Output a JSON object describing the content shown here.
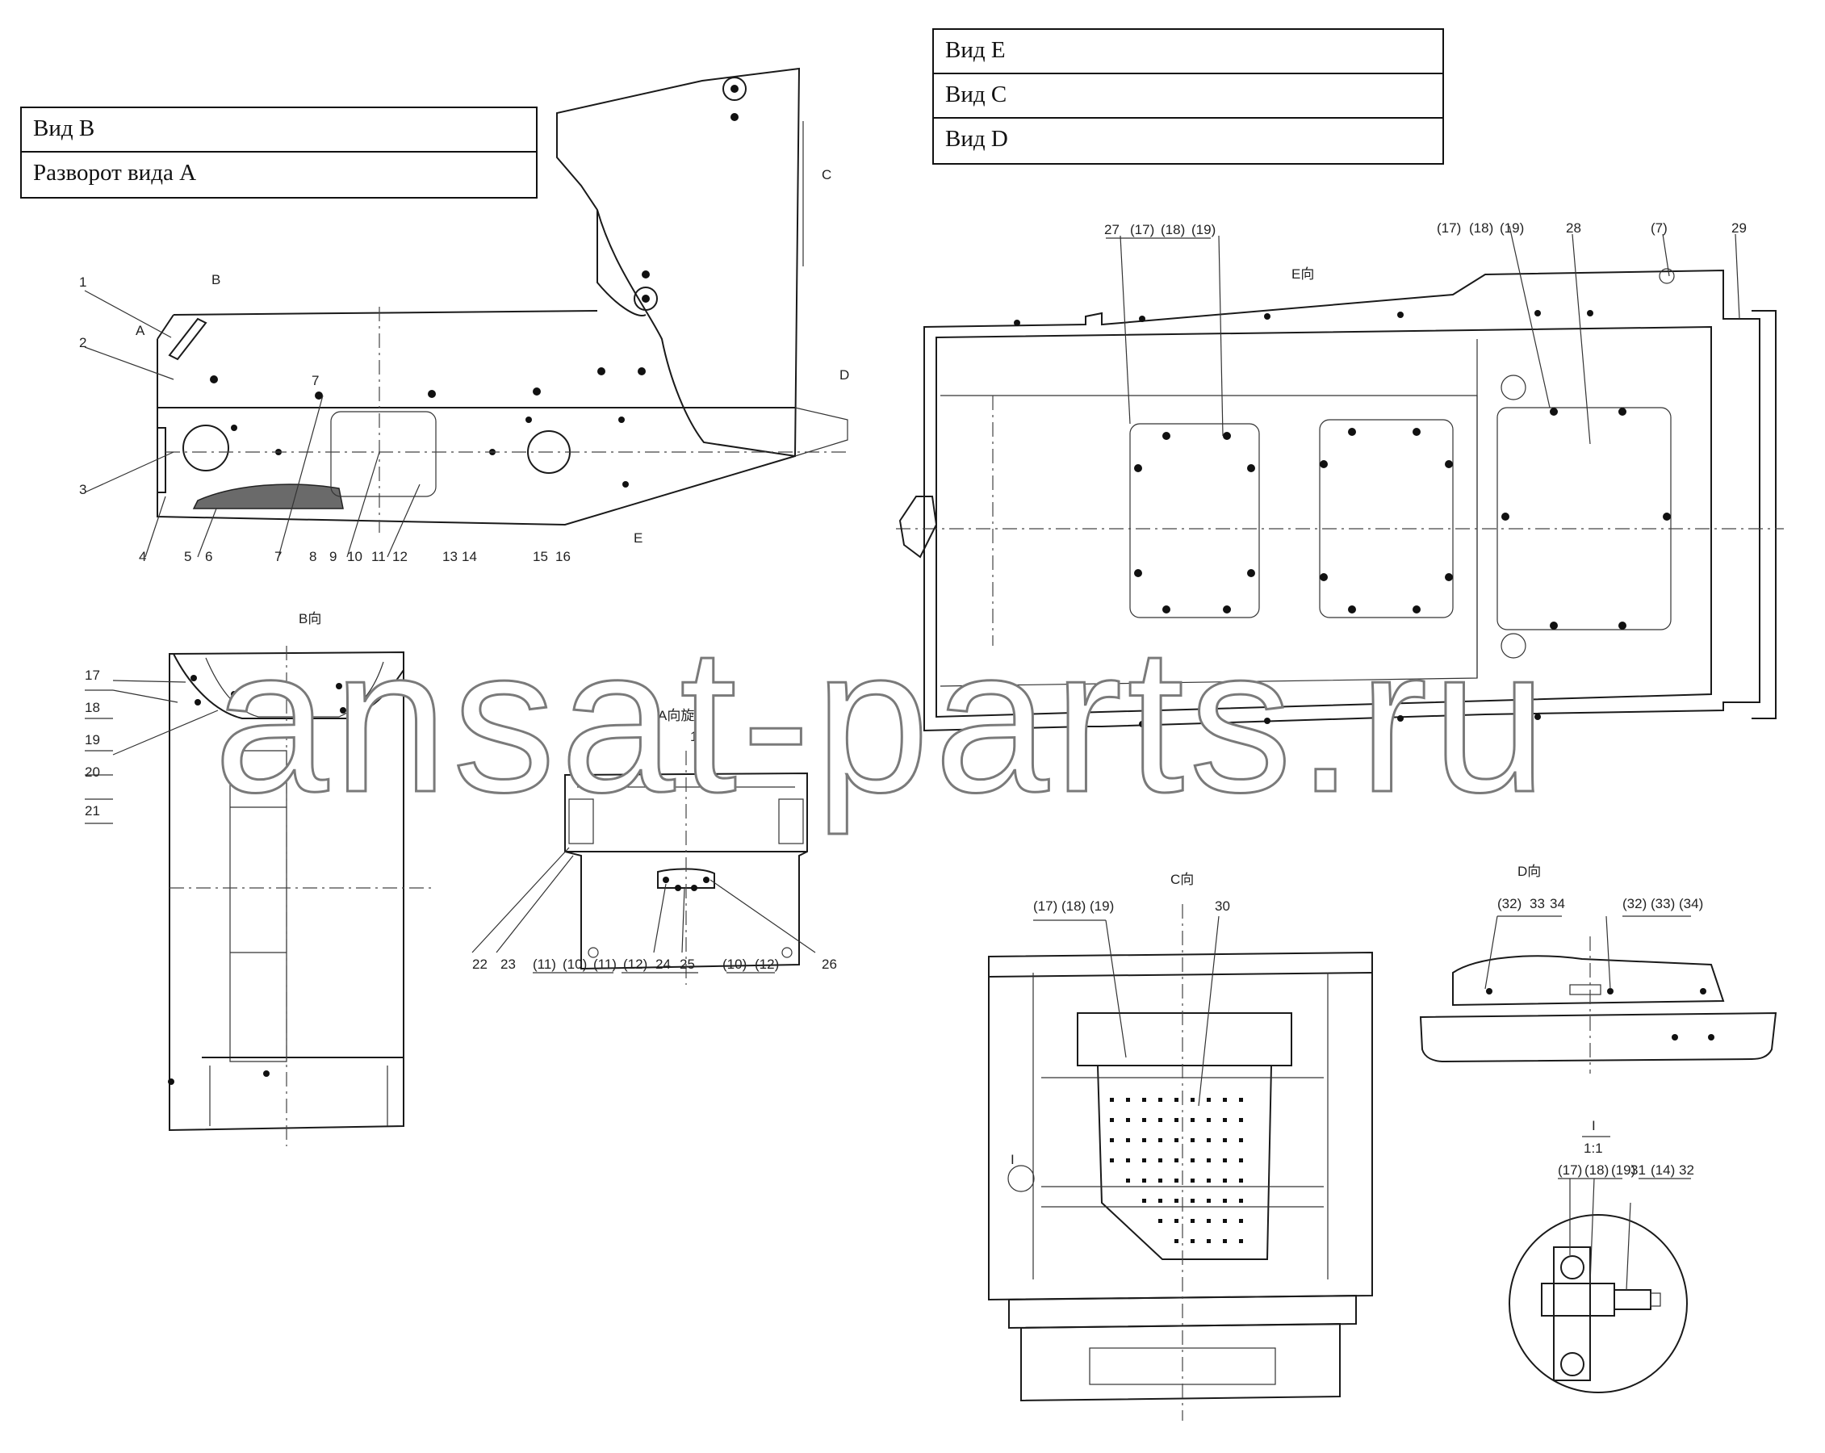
{
  "legend_left": [
    "Вид B",
    "Разворот вида A"
  ],
  "legend_right": [
    "Вид E",
    "Вид C",
    "Вид D"
  ],
  "view_titles": {
    "e": "E向",
    "b": "B向",
    "a_rot": "A向旋转",
    "c": "C向",
    "d": "D向",
    "section_num": "I",
    "section_ratio": "1:1",
    "marker_b": "B",
    "marker_a": "A",
    "marker_c": "C",
    "marker_d": "D",
    "marker_e": "E",
    "marker_i": "I"
  },
  "labels": {
    "side": [
      "1",
      "2",
      "3",
      "4",
      "5",
      "6",
      "7",
      "8",
      "9",
      "10",
      "11",
      "12",
      "13",
      "14",
      "15",
      "16",
      "7"
    ],
    "e_left": [
      "27",
      "(17)",
      "(18)",
      "(19)"
    ],
    "e_right": [
      "(17)",
      "(18)",
      "(19)",
      "28",
      "(7)",
      "29"
    ],
    "b_view": [
      "17",
      "18",
      "19",
      "20",
      "21"
    ],
    "a_view": [
      "10",
      "22",
      "23",
      "(11)",
      "(10)",
      "(11)",
      "(12)",
      "24",
      "25",
      "(10)",
      "(12)",
      "26"
    ],
    "c_view": [
      "(17)",
      "(18)",
      "(19)",
      "30"
    ],
    "d_view": [
      "(32)",
      "33",
      "34",
      "(32)",
      "(33)",
      "(34)"
    ],
    "section": [
      "(17)",
      "(18)",
      "(19)",
      "31",
      "(14)",
      "32"
    ]
  },
  "watermark": "ansat-parts.ru"
}
